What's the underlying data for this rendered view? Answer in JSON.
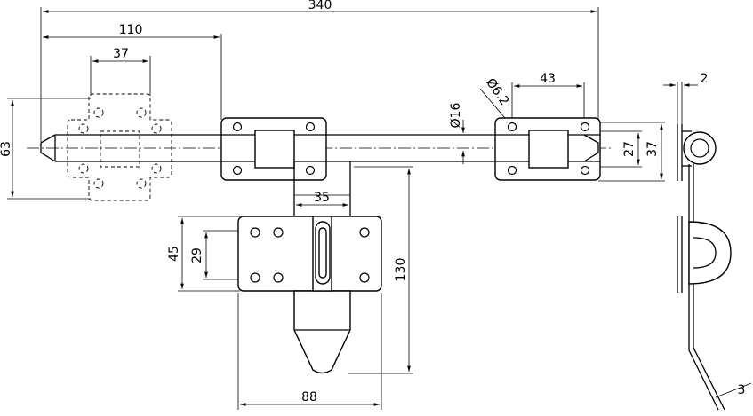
{
  "dimensions": {
    "overall_length": "340",
    "handle_offset": "110",
    "end_plate_width": "37",
    "right_plate_width": "43",
    "bolt_diameter": "Ø16",
    "hole_diameter": "Ø6,2",
    "plate_height": "63",
    "bracket_height": "27",
    "bracket_outer": "37",
    "slot_width": "35",
    "hasp_plate_height": "45",
    "hole_spacing": "29",
    "handle_length": "130",
    "hasp_width": "88",
    "sheet_thickness": "2",
    "strap_thickness": "3"
  }
}
